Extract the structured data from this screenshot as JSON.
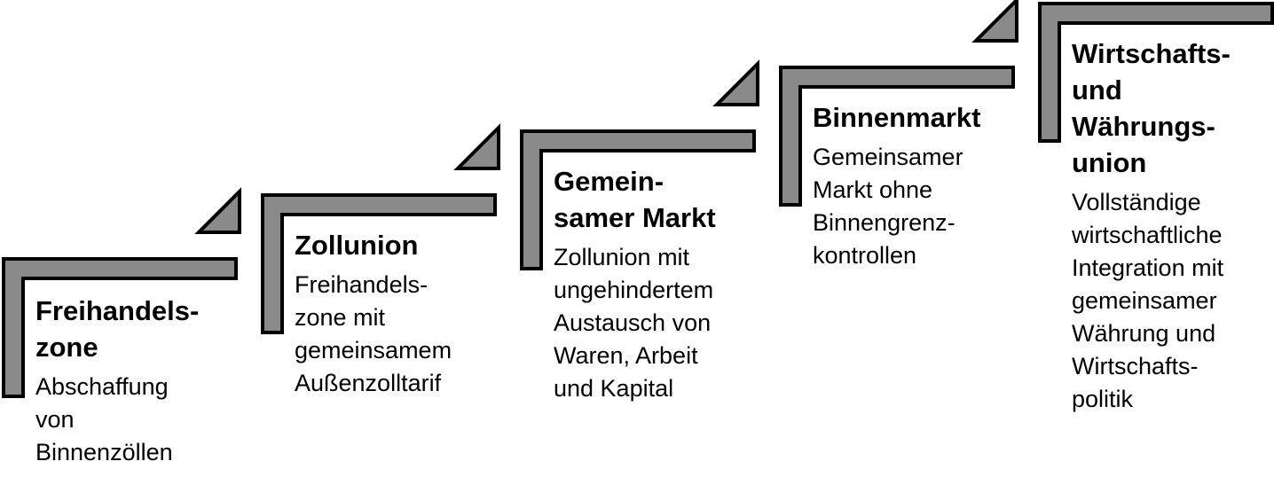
{
  "steps": [
    {
      "title_lines": [
        "Freihandels-",
        "zone"
      ],
      "desc_lines": [
        "Abschaffung",
        "von",
        "Binnenzöllen"
      ]
    },
    {
      "title_lines": [
        "Zollunion"
      ],
      "desc_lines": [
        "Freihandels-",
        "zone mit",
        "gemeinsamem",
        "Außenzolltarif"
      ]
    },
    {
      "title_lines": [
        "Gemein-",
        "samer Markt"
      ],
      "desc_lines": [
        "Zollunion mit",
        "ungehindertem",
        "Austausch von",
        "Waren, Arbeit",
        "und Kapital"
      ]
    },
    {
      "title_lines": [
        "Binnenmarkt"
      ],
      "desc_lines": [
        "Gemeinsamer",
        "Markt ohne",
        "Binnengrenz-",
        "kontrollen"
      ]
    },
    {
      "title_lines": [
        "Wirtschafts-",
        "und",
        "Währungs-",
        "union"
      ],
      "desc_lines": [
        "Vollständige",
        "wirtschaftliche",
        "Integration mit",
        "gemeinsamer",
        "Währung und",
        "Wirtschafts-",
        "politik"
      ]
    }
  ],
  "colors": {
    "bracket_fill": "#8a8a8a",
    "outline": "#000000",
    "text": "#000000"
  }
}
